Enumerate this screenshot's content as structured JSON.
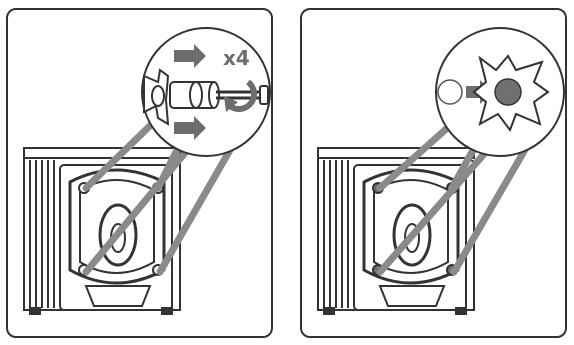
{
  "panels": [
    {
      "name": "remove-transit-bolts",
      "multiplier_label": "x4"
    },
    {
      "name": "fit-blanking-caps"
    }
  ],
  "colors": {
    "stroke": "#333333",
    "arrow": "#6e6e6e",
    "connector": "#8a8a8a",
    "cap_fill": "#707070"
  }
}
